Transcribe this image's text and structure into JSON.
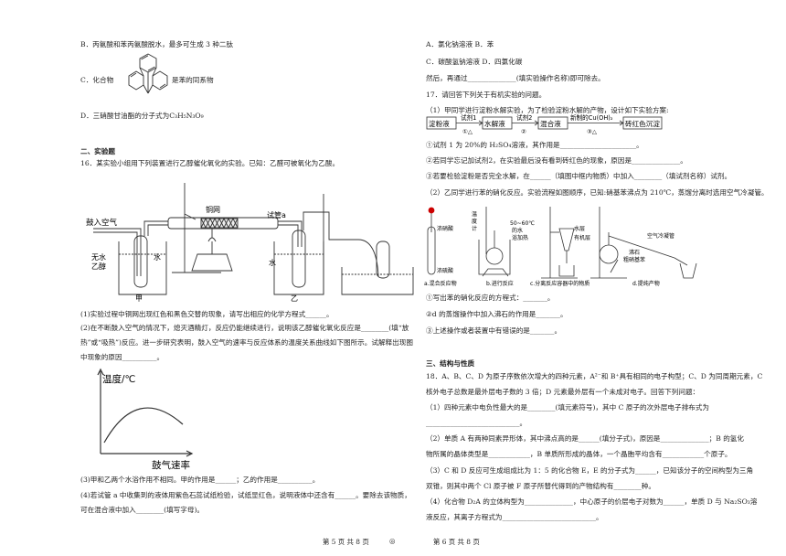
{
  "left": {
    "optB": "B．丙氨酸和苯丙氨酸脱水，最多可生成 3 种二肽",
    "optC_pre": "C．化合物",
    "optC_post": "是苯的同系物",
    "optD": "D．三硝酸甘油酯的分子式为C₃H₅N₃O₉",
    "section2": "二、实验题",
    "q16": "16．某实验小组用下列装置进行乙醇催化氧化的实验。已知：乙醛可被氧化为乙酸。",
    "fig16": {
      "air": "鼓入空气",
      "copper": "铜网",
      "tube_a": "试管a",
      "ethanol_1": "无水",
      "ethanol_2": "乙醇",
      "water1": "水",
      "water2": "水",
      "jia": "甲",
      "yi": "乙"
    },
    "q16_1": "(1)实验过程中铜网出现红色和黑色交替的现象，请写出相应的化学方程式______。",
    "q16_2a": "(2)在不断鼓入空气的情况下，熄灭酒精灯，反应仍能继续进行，说明该乙醇催化氧化反应是________(填“放",
    "q16_2b": "热”或“吸热”)反应。进一步研究表明，鼓入空气的速率与反应体系的温度关系曲线如下图所示。试解释出现图",
    "q16_2c": "中现象的原因__________。",
    "graph": {
      "ylabel": "温度/℃",
      "xlabel": "鼓气速率"
    },
    "q16_3": "(3)甲和乙两个水浴作用不相同。甲的作用是______；乙的作用是__________。",
    "q16_4a": "(4)若试管 a 中收集到的液体用紫色石蕊试纸检验，试纸显红色，说明液体中还含有______。要除去该物质，",
    "q16_4b": "可在混合液中加入________(填写字母)。"
  },
  "right": {
    "optAB": "A．氯化钠溶液 B．苯",
    "optCD": "C．碳酸氢钠溶液 D．四氯化碳",
    "then": "然后，再通过______________(填实验操作名称)即可除去。",
    "q17": "17．请回答下列关于有机实验的问题。",
    "q17_1": "（1）甲同学进行淀粉水解实验，为了检验淀粉水解的产物，设计如下实验方案:",
    "flow": {
      "b1": "淀粉液",
      "a1_top": "试剂1",
      "a1_bot": "①△",
      "b2": "水解液",
      "a2_top": "试剂2",
      "a2_bot": "②",
      "b3": "混合液",
      "a3_top": "新制的Cu(OH)₂",
      "a3_bot": "③△",
      "b4": "砖红色沉淀"
    },
    "l1": "①试剂 1 为 20%的 H₂SO₄溶液，其作用是______________________。",
    "l2": "②若同学忘记加试剂2，在实验最后没有看到砖红色的现象，原因是______________。",
    "l3": "③若要检验淀粉是否完全水解，在______（填图中框内物质）中加入________（填试剂名称）试剂。",
    "q17_2": "（2）乙同学进行苯的硝化反应。实验流程如图顺序，已知:硝基苯沸点为 210℃，蒸馏分离时选用空气冷凝管。",
    "fig17": {
      "nitric": "浓硝酸",
      "sulfuric": "浓硫酸",
      "thermo1": "温",
      "thermo2": "度",
      "thermo3": "计",
      "temp": "50~60℃",
      "bath1": "的水",
      "bath2": "浴加热",
      "water_layer1": "水层",
      "water_layer2": "有机层",
      "stone1": "沸石",
      "stone2": "粗硝基苯",
      "condenser": "空气冷凝管",
      "cap_a": "a.混合反应物",
      "cap_b": "b.进行反应",
      "cap_c": "c.分离反应容器中的物质",
      "cap_d": "d.提纯产物"
    },
    "m1": "①写出苯的硝化反应的方程式：_______。",
    "m2": "②d 的蒸馏操作中加入沸石的作用是_______。",
    "m3": "③上述操作或者装置中有错误的是_______。",
    "section3": "三、结构与性质",
    "q18a": "18．A、B、C、D 为原子序数依次增大的四种元素，A²⁻和 B⁺具有相同的电子构型；C、D 为同周期元素，C",
    "q18b": "核外电子总数是最外层电子数的 3 倍；D 元素最外层有一个未成对电子。回答下列问题：",
    "q18_1": "（1）四种元素中电负性最大的是________(填元素符号)，其中 C 原子的次外层电子排布式为",
    "q18_1b": "___________________________。",
    "q18_2a": "（2）单质 A 有两种同素异形体，其中沸点高的是______(填分子式)，原因是______________；B 的氢化",
    "q18_2b": "物所属的晶体类型是____________，B 单质所形成的晶体，一个晶胞平均含有____________个原子。",
    "q18_3a": "（3）C 和 D 反应可生成组成比为 1：5 的化合物 E，E 的分子式为______，已知该分子的空间构型为三角",
    "q18_3b": "双锥，则其中两个 Cl 原子被 F 原子所替代得到的产物结构有________种。",
    "q18_4a": "（4）化合物 D₂A 的立体构型为______________，中心原子的价层电子对数为______，单质 D 与 Na₂SO₃溶",
    "q18_4b": "液反应，其离子方程式为___________________________。"
  },
  "footer": {
    "left": "第 5 页  共 8 页",
    "right": "第 6 页  共 8 页",
    "mid": "◎"
  }
}
